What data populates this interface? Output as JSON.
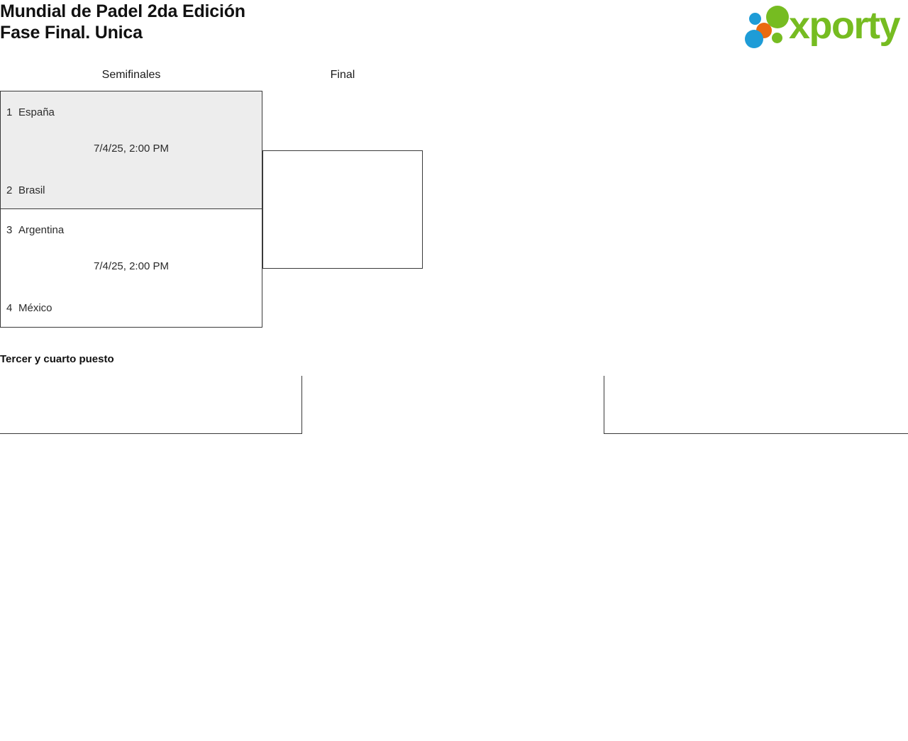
{
  "header": {
    "title_line1": "Mundial de Padel 2da Edición",
    "title_line2": "Fase Final. Unica",
    "logo_wordmark": "xporty",
    "logo_colors": {
      "green": "#76bc21",
      "blue": "#1e9cd7",
      "orange": "#ea6a10"
    }
  },
  "bracket": {
    "rounds": [
      {
        "id": "semifinals",
        "label": "Semifinales"
      },
      {
        "id": "final",
        "label": "Final"
      }
    ],
    "matches": [
      {
        "id": "sf1",
        "highlighted": true,
        "date": "7/4/25, 2:00 PM",
        "teams": [
          {
            "seed": "1",
            "name": "España"
          },
          {
            "seed": "2",
            "name": "Brasil"
          }
        ]
      },
      {
        "id": "sf2",
        "highlighted": false,
        "date": "7/4/25, 2:00 PM",
        "teams": [
          {
            "seed": "3",
            "name": "Argentina"
          },
          {
            "seed": "4",
            "name": "México"
          }
        ]
      }
    ],
    "final_match": {
      "id": "final",
      "date": "",
      "teams": [
        {
          "seed": "",
          "name": ""
        },
        {
          "seed": "",
          "name": ""
        }
      ]
    }
  },
  "third_place": {
    "title": "Tercer y cuarto puesto",
    "matches": [
      {
        "id": "tp-left",
        "date": "",
        "teams": [
          {
            "seed": "",
            "name": ""
          },
          {
            "seed": "",
            "name": ""
          }
        ]
      },
      {
        "id": "tp-right",
        "date": "",
        "teams": [
          {
            "seed": "",
            "name": ""
          },
          {
            "seed": "",
            "name": ""
          }
        ]
      }
    ]
  },
  "theme": {
    "highlight_background": "#ededed",
    "border_color": "#3a3a3a",
    "text_color": "#2b2b2b"
  }
}
